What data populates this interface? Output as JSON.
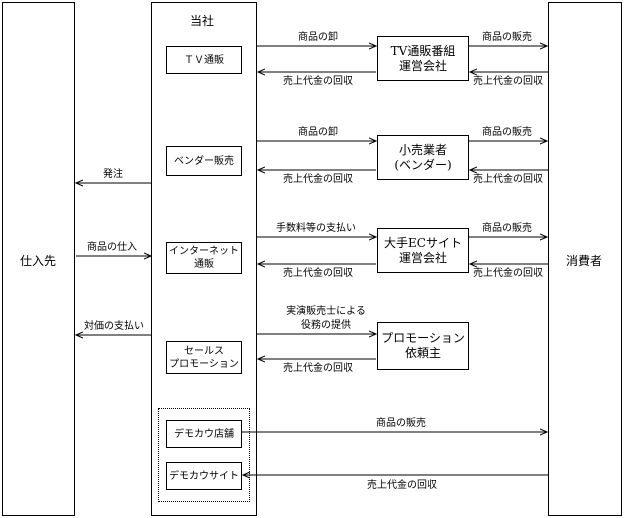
{
  "left_column": {
    "label": "仕入先"
  },
  "center_column": {
    "label": "当社"
  },
  "right_column": {
    "label": "消費者"
  },
  "company_boxes": [
    {
      "label": "ＴＶ通販"
    },
    {
      "label": "ベンダー販売"
    },
    {
      "label": "インターネット\n通販"
    },
    {
      "label": "セールス\nプロモーション"
    },
    {
      "label": "デモカウ店舗"
    },
    {
      "label": "デモカウサイト"
    }
  ],
  "partner_boxes": [
    {
      "label": "TV通販番組\n運営会社"
    },
    {
      "label": "小売業者\n(ベンダー)"
    },
    {
      "label": "大手ECサイト\n運営会社"
    },
    {
      "label": "プロモーション\n依頼主"
    }
  ],
  "supplier_flows": {
    "order": "発注",
    "purchase": "商品の仕入",
    "payment": "対価の支払い"
  },
  "flows": {
    "wholesale": "商品の卸",
    "sales": "商品の販売",
    "collection": "売上代金の回収",
    "fee_payment": "手数料等の支払い",
    "service": "実演販売士による\n役務の提供"
  }
}
